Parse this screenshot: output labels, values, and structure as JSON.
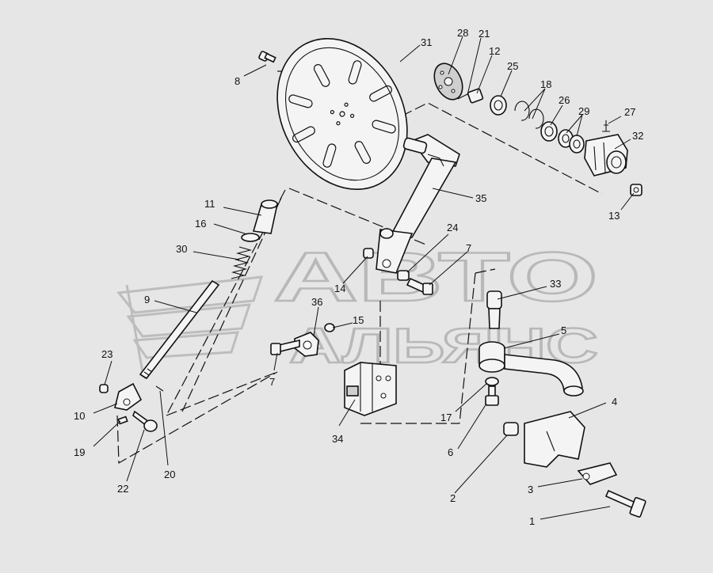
{
  "diagram": {
    "watermark": {
      "line1": "АВТО",
      "line2": "АЛЬЯНС"
    },
    "callouts": [
      "1",
      "2",
      "3",
      "4",
      "5",
      "6",
      "7",
      "7",
      "8",
      "9",
      "10",
      "11",
      "12",
      "13",
      "14",
      "15",
      "16",
      "17",
      "18",
      "19",
      "20",
      "21",
      "22",
      "23",
      "24",
      "25",
      "26",
      "27",
      "28",
      "29",
      "30",
      "31",
      "32",
      "33",
      "34",
      "35",
      "36"
    ]
  }
}
